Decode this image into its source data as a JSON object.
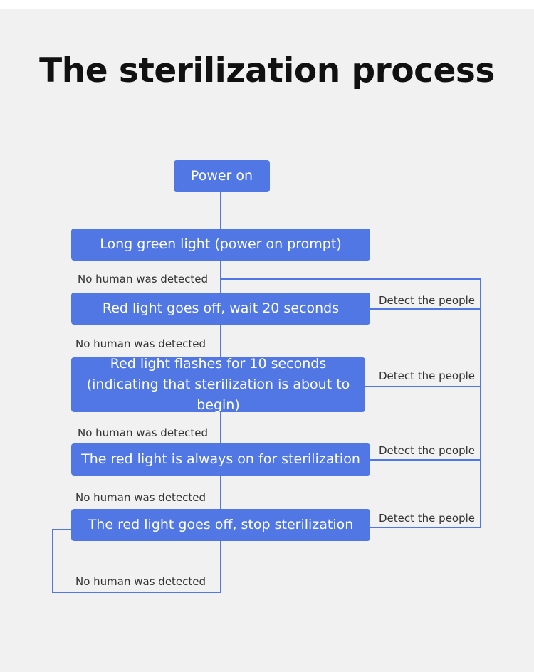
{
  "title": "The sterilization process",
  "colors": {
    "box": "#5077e3",
    "line": "#5077e3",
    "panel": "#f1f1f1",
    "title": "#111111"
  },
  "steps": {
    "power_on": "Power on",
    "green_light": "Long green light (power on prompt)",
    "red_off_wait": "Red light goes off, wait 20 seconds",
    "red_flash": "Red light flashes for 10 seconds (indicating that sterilization is about to begin)",
    "red_on": "The red light is always on for sterilization",
    "red_off_stop": "The red light goes off, stop sterilization"
  },
  "edge_labels": {
    "no_human_1": "No human was detected",
    "no_human_2": "No human was detected",
    "no_human_3": "No human was detected",
    "no_human_4": "No human was detected",
    "no_human_5": "No human was detected",
    "detect_1": "Detect the people",
    "detect_2": "Detect the people",
    "detect_3": "Detect the people",
    "detect_4": "Detect the people"
  }
}
